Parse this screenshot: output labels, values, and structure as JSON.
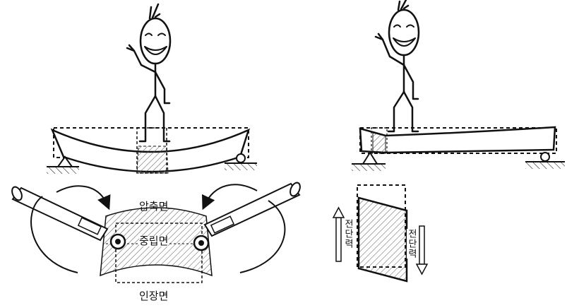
{
  "labels": {
    "compression_face": "압축면",
    "neutral_plane": "중립면",
    "tension_face": "인장면",
    "shear_left": "전단력",
    "shear_right": "전단력"
  },
  "colors": {
    "ink": "#111111",
    "background": "#ffffff"
  }
}
